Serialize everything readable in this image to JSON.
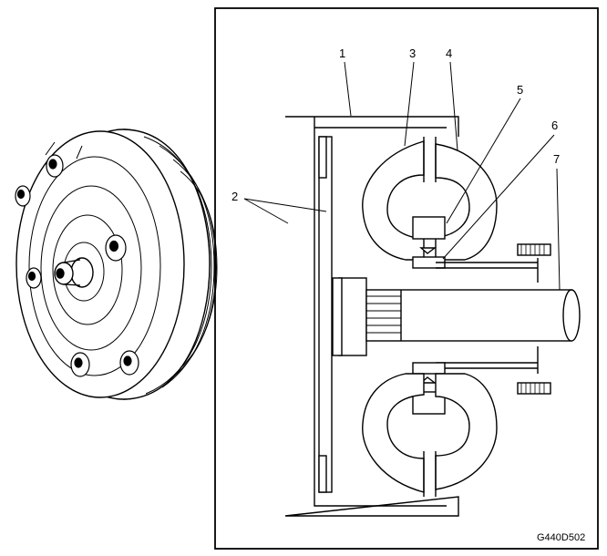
{
  "labels": {
    "l1": "1",
    "l2": "2",
    "l3": "3",
    "l4": "4",
    "l5": "5",
    "l6": "6",
    "l7": "7"
  },
  "figure_code": "G440D502",
  "colors": {
    "ink": "#000000",
    "fill_light": "#ffffff",
    "shade": "#d9d9d9"
  }
}
